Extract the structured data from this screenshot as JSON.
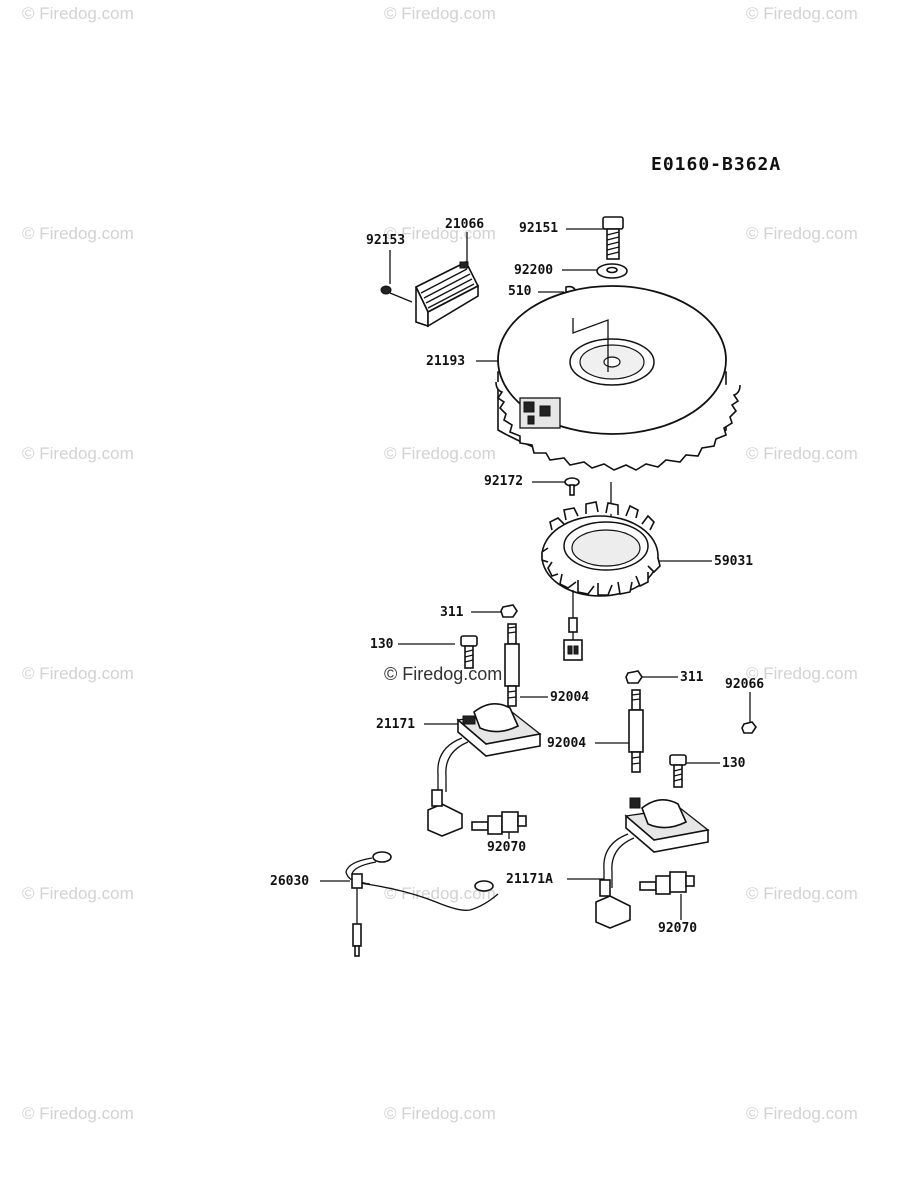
{
  "diagram_code": "E0160-B362A",
  "watermark_text": "© Firedog.com",
  "parts": {
    "p92151": "92151",
    "p21066": "21066",
    "p92153": "92153",
    "p92200": "92200",
    "p510": "510",
    "p21193": "21193",
    "p92172": "92172",
    "p59031": "59031",
    "p311a": "311",
    "p130a": "130",
    "p92004a": "92004",
    "p21171": "21171",
    "p92070a": "92070",
    "p311b": "311",
    "p92066": "92066",
    "p92004b": "92004",
    "p130b": "130",
    "p26030": "26030",
    "p21171A": "21171A",
    "p92070b": "92070"
  }
}
